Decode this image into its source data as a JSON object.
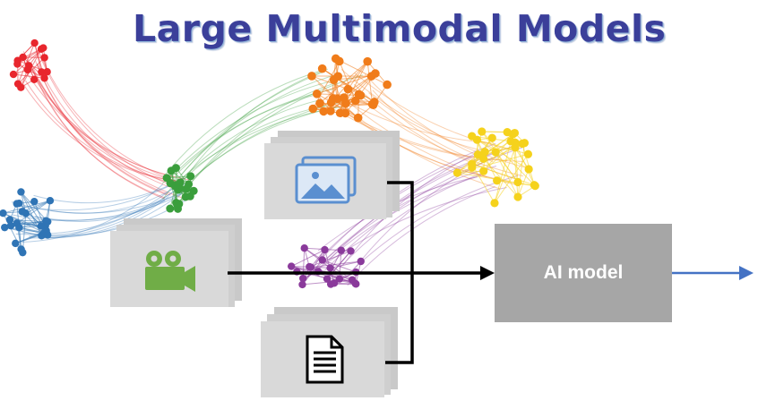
{
  "title": "Large Multimodal Models",
  "ai_box": {
    "label": "AI model"
  },
  "inputs": [
    {
      "name": "image",
      "icon": "image-icon"
    },
    {
      "name": "video",
      "icon": "video-camera-icon"
    },
    {
      "name": "document",
      "icon": "document-icon"
    }
  ],
  "clusters": [
    {
      "name": "red",
      "color": "#e8262d"
    },
    {
      "name": "blue",
      "color": "#2f74b5"
    },
    {
      "name": "green",
      "color": "#3a9e3c"
    },
    {
      "name": "orange",
      "color": "#f07c1a"
    },
    {
      "name": "yellow",
      "color": "#f5d21c"
    },
    {
      "name": "purple",
      "color": "#8a3a9b"
    }
  ],
  "colors": {
    "title": "#3b3f9a",
    "box_fill": "#a6a6a6",
    "card_fill": "#d9d9d9",
    "output_arrow": "#4472c4",
    "connector": "#000000"
  }
}
